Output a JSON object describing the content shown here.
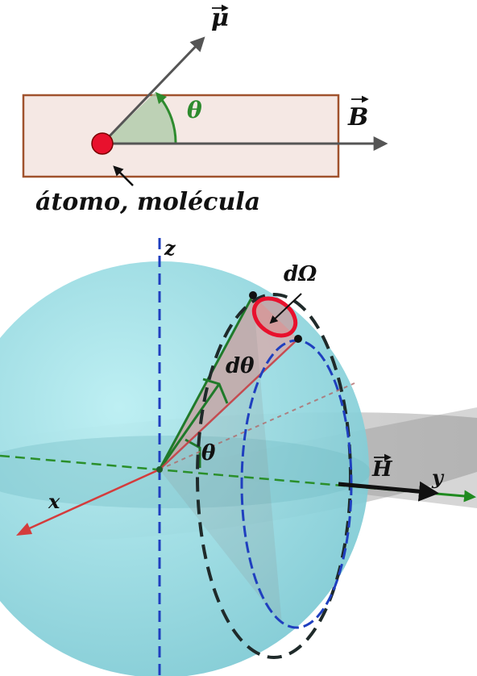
{
  "top_panel": {
    "vector_mu_label": "μ",
    "vector_b_label": "B",
    "angle_label": "θ",
    "atom_caption": "átomo, molécula"
  },
  "sphere_panel": {
    "axis_z_label": "z",
    "axis_x_label": "x",
    "axis_y_label": "y",
    "solid_angle_label": "dΩ",
    "dtheta_label": "dθ",
    "theta_label": "θ",
    "vector_h_label": "H"
  },
  "colors": {
    "slab_fill": "#f5e8e4",
    "slab_border": "#a0522d",
    "atom": "#e8112d",
    "angle_green": "#2e8b2e",
    "sphere": "#8fd6de",
    "cone_red": "#c8383e",
    "blue_dashed": "#1f3fbf",
    "arrow_gray": "#555555"
  }
}
